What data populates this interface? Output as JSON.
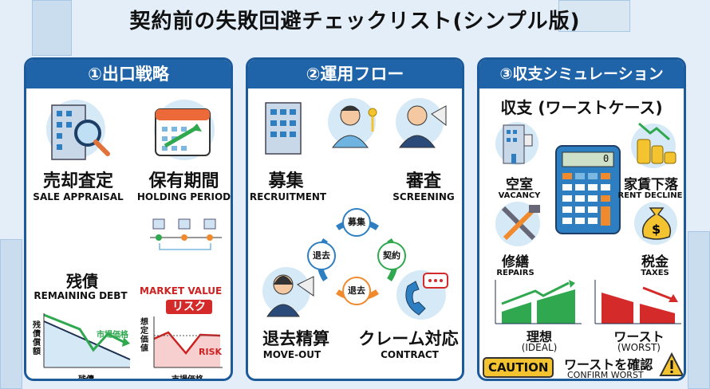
{
  "title": "契約前の失敗回避チェックリスト(シンプル版)",
  "panel1": {
    "header": "①出口戦略",
    "sale": {
      "jp": "売却査定",
      "en": "SALE APPRAISAL"
    },
    "holding": {
      "jp": "保有期間",
      "en": "HOLDING PERIOD"
    },
    "debt": {
      "jp": "残債",
      "en": "REMAINING DEBT",
      "y_label": "残債償額",
      "x_label": "残債",
      "line_label": "市場価格"
    },
    "market": {
      "title": "MARKET VALUE",
      "badge": "リスク",
      "y_label": "想定価値",
      "risk": "RISK",
      "x_label": "市場価格"
    }
  },
  "panel2": {
    "header": "②運用フロー",
    "recruit": {
      "jp": "募集",
      "en": "RECRUITMENT"
    },
    "screen": {
      "jp": "審査",
      "en": "SCREENING"
    },
    "cycle": [
      "募集",
      "契約",
      "退去",
      "退去"
    ],
    "moveout": {
      "jp": "退去精算",
      "en": "MOVE-OUT"
    },
    "claim": {
      "jp": "クレーム対応",
      "en": "CONTRACT"
    }
  },
  "panel3": {
    "header": "③収支シミュレーション",
    "subtitle": "収支 (ワーストケース)",
    "vacancy": {
      "jp": "空室",
      "en": "VACANCY"
    },
    "rent": {
      "jp": "家賃下落",
      "en": "RENT DECLINE"
    },
    "repairs": {
      "jp": "修繕",
      "en": "REPAIRS"
    },
    "taxes": {
      "jp": "税金",
      "en": "TAXES"
    },
    "calc_display": "0",
    "ideal": {
      "jp": "理想",
      "en": "(IDEAL)"
    },
    "worst": {
      "jp": "ワースト",
      "en": "(WORST)"
    },
    "caution": "CAUTION",
    "confirm": {
      "jp": "ワーストを確認",
      "en": "CONFIRM WORST"
    }
  },
  "colors": {
    "header": "#1f63a8",
    "green": "#2fa84f",
    "red": "#d42a2a",
    "orange": "#f08a2c"
  }
}
